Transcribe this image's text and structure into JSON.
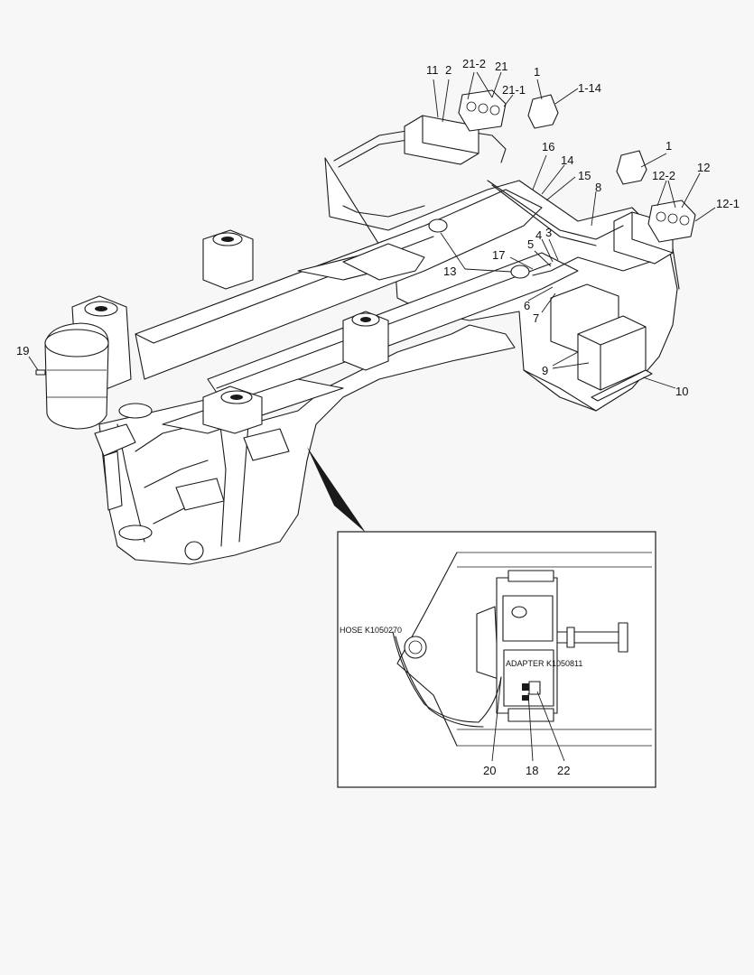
{
  "callouts": {
    "c1a": "1",
    "c1b": "1",
    "c1_14": "1-14",
    "c2": "2",
    "c3": "3",
    "c4": "4",
    "c5": "5",
    "c6": "6",
    "c7": "7",
    "c8": "8",
    "c9": "9",
    "c10": "10",
    "c11": "11",
    "c12": "12",
    "c12_1": "12-1",
    "c12_2": "12-2",
    "c13": "13",
    "c14": "14",
    "c15": "15",
    "c16": "16",
    "c17": "17",
    "c18": "18",
    "c19": "19",
    "c20": "20",
    "c21": "21",
    "c21_1": "21-1",
    "c21_2": "21-2",
    "c22": "22"
  },
  "detail": {
    "hose_label": "HOSE K1050270",
    "adapter_label": "ADAPTER K1050811"
  }
}
